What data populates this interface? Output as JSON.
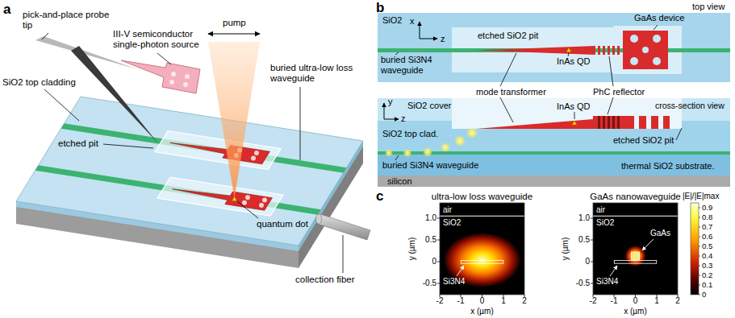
{
  "diagram": {
    "labels": [
      "a",
      "pick-and-place probe tip",
      "III-V semiconductor single-photon source",
      "SiO2 top cladding",
      "etched pit",
      "pump",
      "buried ultra-low loss waveguide",
      "quantum dot",
      "collection fiber",
      "b",
      "top view",
      "SiO2",
      "GaAs device",
      "x",
      "z",
      "buried Si3N4 waveguide",
      "etched SiO2 pit",
      "InAs QD",
      "mode transformer",
      "PhC reflector",
      "cross-section view",
      "y",
      "z",
      "SiO2 cover",
      "InAs QD",
      "SiO2 top clad.",
      "etched SiO2 pit",
      "buried Si3N4 waveguide",
      "thermal SiO2 substrate.",
      "silicon",
      "c",
      "ultra-low loss waveguide",
      "air",
      "SiO2",
      "Si3N4",
      "1.0",
      "0.5",
      "0",
      "-0.5",
      "-2",
      "-1",
      "0",
      "1",
      "2",
      "y (µm)",
      "x (µm)",
      "GaAs nanowaveguide",
      "air",
      "SiO2",
      "GaAs",
      "Si3N4",
      "1.0",
      "0.5",
      "0",
      "-0.5",
      "-2",
      "-1",
      "0",
      "1",
      "2",
      "y (µm)",
      "x (µm)",
      "|E|/|E|max",
      "0.9",
      "0.8",
      "0.7",
      "0.6",
      "0.5",
      "0.4",
      "0.3",
      "0.2",
      "0.1",
      "0"
    ]
  }
}
